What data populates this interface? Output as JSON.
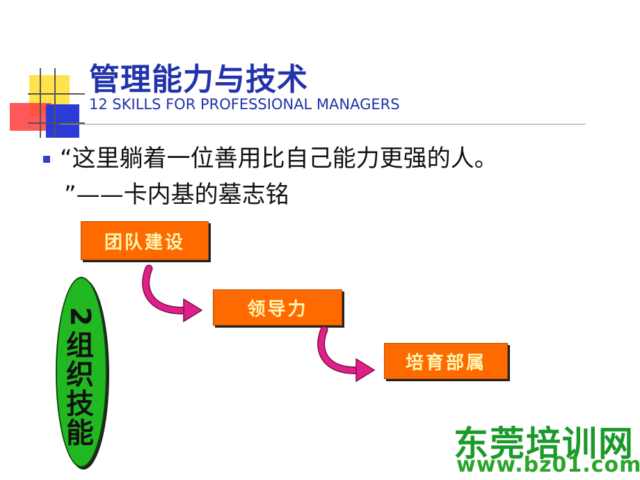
{
  "slide": {
    "title": "管理能力与技术",
    "subtitle": "12 SKILLS FOR PROFESSIONAL MANAGERS",
    "quote_line1": "“这里躺着一位善用比自己能力更强的人。",
    "quote_line2": "”——卡内基的墓志铭"
  },
  "flow": {
    "steps": [
      "团队建设",
      "领导力",
      "培育部属"
    ]
  },
  "badge": {
    "number": "2",
    "chars": [
      "组",
      "织",
      "技",
      "能"
    ]
  },
  "watermark": {
    "name": "东莞培训网",
    "url": "www.bz01.com"
  },
  "colors": {
    "title": "#2233aa",
    "box_fill": "#ff6a00",
    "box_text": "#fff6b0",
    "arrow": "#e0208a",
    "badge_fill": "#22b822",
    "logo": "#1a9a2a"
  },
  "icons": [
    "curved-arrow-icon",
    "bullet-icon"
  ]
}
